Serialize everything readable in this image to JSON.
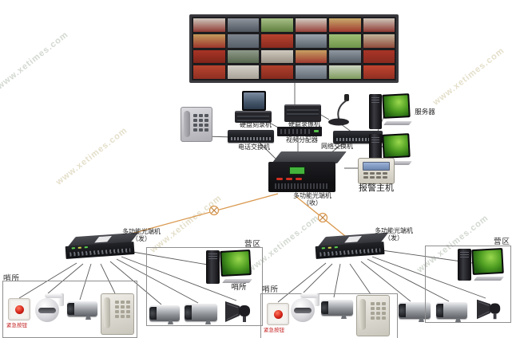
{
  "watermark": {
    "text": "www.xetimes.com"
  },
  "video_wall": {
    "screens": [
      [
        "#cfc8bd",
        "#8f3a33"
      ],
      [
        "#8f959d",
        "#4f565f"
      ],
      [
        "#a8bf86",
        "#5f7f3f"
      ],
      [
        "#d2ccc2",
        "#97423a"
      ],
      [
        "#c8a96a",
        "#a03a30"
      ],
      [
        "#cfc6ba",
        "#8f3a33"
      ],
      [
        "#c49a5c",
        "#9c362c"
      ],
      [
        "#7f868f",
        "#565e68"
      ],
      [
        "#b8442f",
        "#8a2a20"
      ],
      [
        "#9aa2ab",
        "#5a626c"
      ],
      [
        "#9fbf77",
        "#6f944a"
      ],
      [
        "#c2b49a",
        "#8f4a3a"
      ],
      [
        "#a83527",
        "#7f241a"
      ],
      [
        "#8f9a8a",
        "#57684f"
      ],
      [
        "#cfc9bf",
        "#9a9286"
      ],
      [
        "#c79f62",
        "#a03a30"
      ],
      [
        "#8f97a0",
        "#555d66"
      ],
      [
        "#a83527",
        "#8a2a20"
      ],
      [
        "#b8452f",
        "#8f2f22"
      ],
      [
        "#d5d0c8",
        "#a8a298"
      ],
      [
        "#b0402c",
        "#862a1e"
      ],
      [
        "#9aa2ab",
        "#626a74"
      ],
      [
        "#cdd4c2",
        "#7f9b5f"
      ],
      [
        "#c2452f",
        "#8f2f22"
      ]
    ]
  },
  "devices": {
    "burner_pc": {
      "label": "硬盘刻录机"
    },
    "phone_switch": {
      "label": "电话交换机"
    },
    "dvr": {
      "label": "硬盘录像机"
    },
    "splitter": {
      "label": "视频分配器"
    },
    "net_switch": {
      "label": "网络交换机"
    },
    "servers": {
      "label": "服务器"
    },
    "central_otn": {
      "label": "多功能光端机",
      "sub": "（收）"
    },
    "alarm_host": {
      "label": "报警主机"
    },
    "left_otn": {
      "label": "多功能光端机",
      "sub": "（发）"
    },
    "right_otn": {
      "label": "多功能光端机",
      "sub": "（发）"
    }
  },
  "zones": {
    "left_post": {
      "label": "哨所",
      "button_label": "紧急按钮"
    },
    "left_camp": {
      "label": "营区",
      "pc_label": "哨所"
    },
    "right_post": {
      "label": "哨所",
      "button_label": "紧急按钮"
    },
    "right_camp": {
      "label": "营区"
    }
  }
}
